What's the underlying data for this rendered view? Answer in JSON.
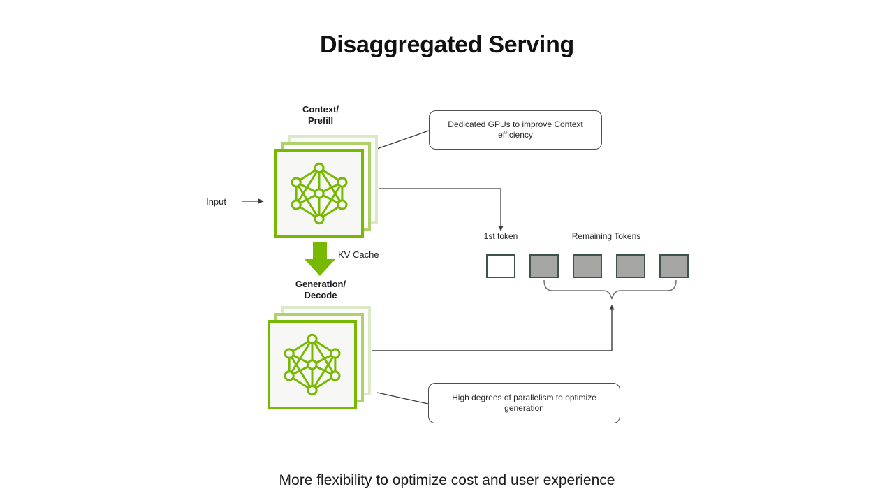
{
  "title": "Disaggregated Serving",
  "caption": "More flexibility to optimize cost and user experience",
  "labels": {
    "input": "Input",
    "kv_cache": "KV Cache",
    "context_prefill": "Context/\nPrefill",
    "generation_decode": "Generation/\nDecode",
    "first_token": "1st token",
    "remaining_tokens": "Remaining Tokens"
  },
  "callouts": {
    "context": "Dedicated GPUs to improve Context efficiency",
    "generation": "High degrees of parallelism to optimize generation"
  },
  "tokens": {
    "first_count": 1,
    "remaining_count": 4
  },
  "icons": {
    "stack_icon": "neural-network-icon",
    "kv_cache_arrow": "down-arrow-icon"
  },
  "colors": {
    "accent_green": "#76b900",
    "stack_mid_green": "#aed169",
    "stack_back_green": "#dce9c6",
    "token_fill_gray": "#a5a6a3",
    "token_border": "#3f5449",
    "connector": "#3c3c3c",
    "brace": "#6e746f",
    "text": "#1a1a1a"
  }
}
